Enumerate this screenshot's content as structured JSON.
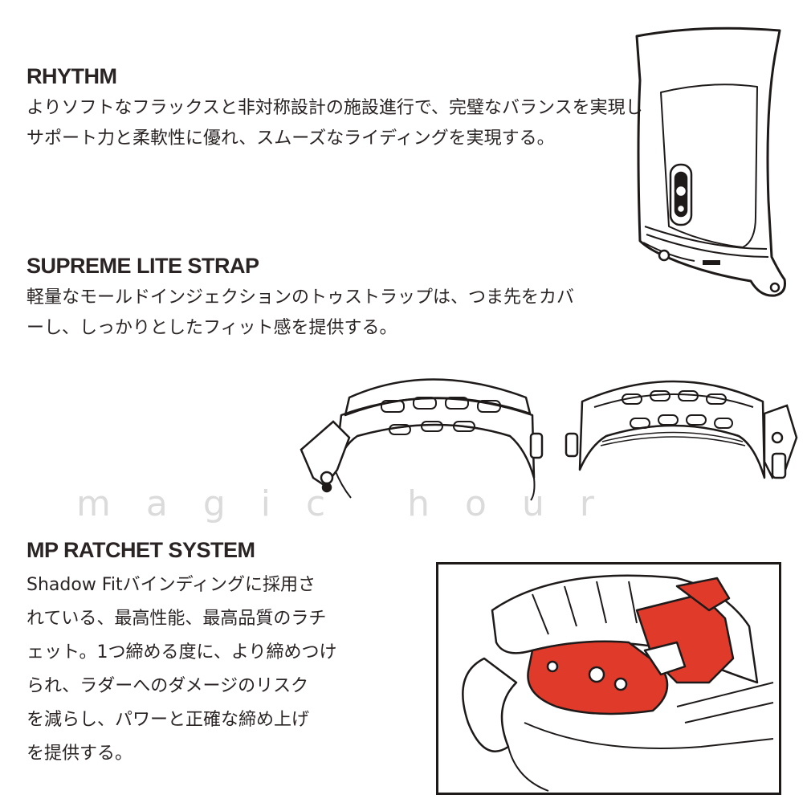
{
  "sections": {
    "rhythm": {
      "title": "RHYTHM",
      "lines": [
        "よりソフトなフラックスと非対称設計の施設進行で、完璧なバランスを実現し",
        "サポート力と柔軟性に優れ、スムーズなライディングを実現する。"
      ]
    },
    "strap": {
      "title": "SUPREME LITE STRAP",
      "lines": [
        "軽量なモールドインジェクションのトゥストラップは、つま先をカバ",
        "ーし、しっかりとしたフィット感を提供する。"
      ]
    },
    "ratchet": {
      "title": "MP RATCHET SYSTEM",
      "lines": [
        "Shadow Fitバインディングに採用さ",
        "れている、最高性能、最高品質のラチ",
        "ェット。1つ締める度に、より締めつけ",
        "られ、ラダーへのダメージのリスク",
        "を減らし、パワーと正確な締め上げ",
        "を提供する。"
      ]
    }
  },
  "watermark": "magic hour",
  "colors": {
    "text": "#2a2424",
    "accent_red": "#e03a2a",
    "watermark": "#d8d8d8"
  }
}
